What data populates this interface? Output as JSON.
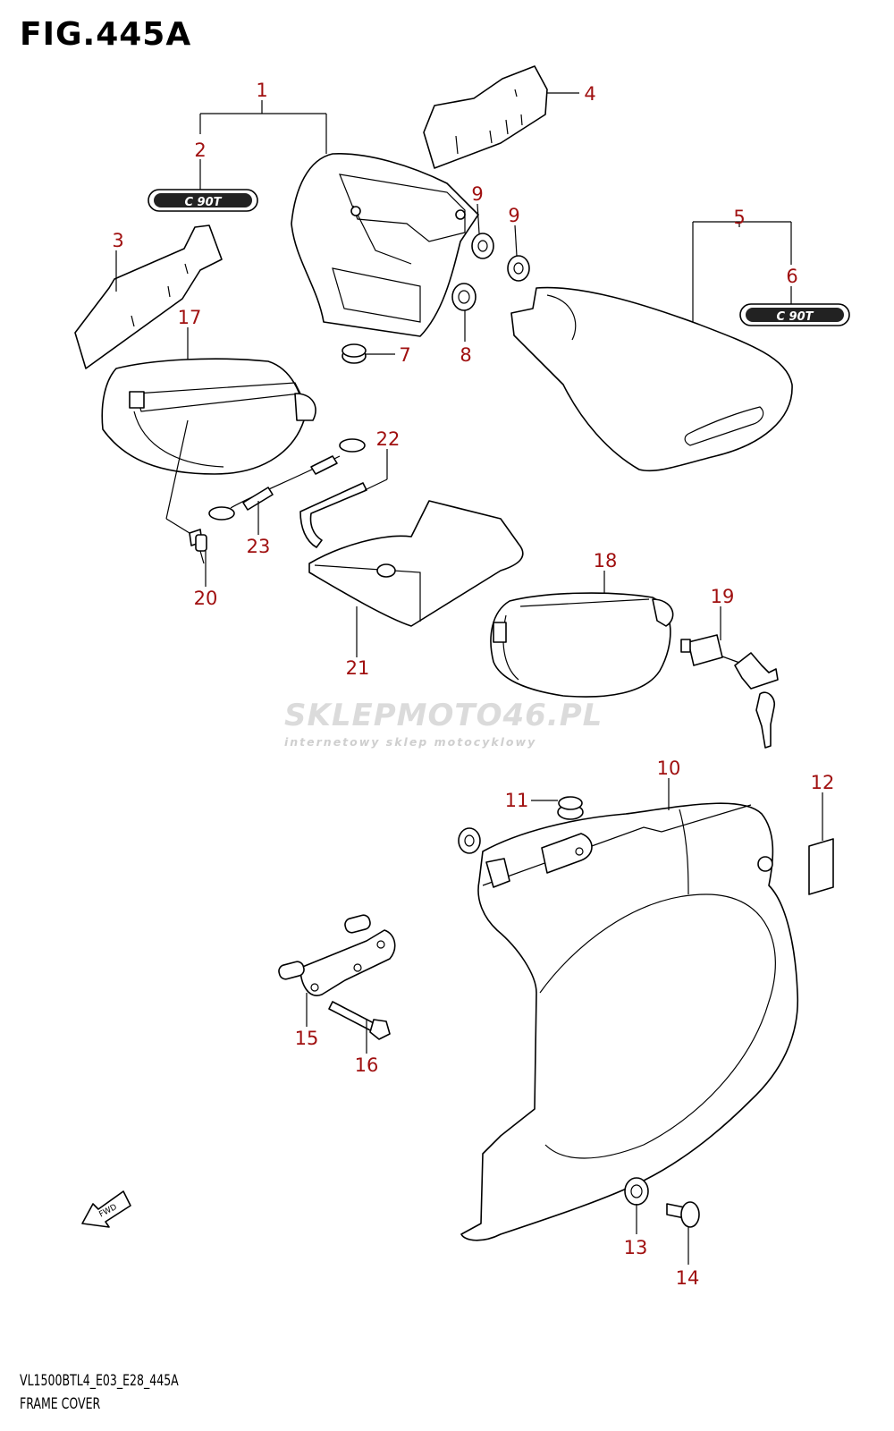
{
  "header": {
    "title": "FIG.445A"
  },
  "footer": {
    "model_code": "VL1500BTL4_E03_E28_445A",
    "caption": "FRAME COVER"
  },
  "watermark": {
    "brand": "SKLEPMOTO46.PL",
    "tagline": "internetowy sklep motocyklowy"
  },
  "emblem_text": "C 90T",
  "fwd_label": "FWD",
  "callouts": [
    "1",
    "2",
    "3",
    "4",
    "5",
    "6",
    "7",
    "8",
    "9",
    "9",
    "10",
    "11",
    "12",
    "13",
    "14",
    "15",
    "16",
    "17",
    "18",
    "19",
    "20",
    "21",
    "22",
    "23"
  ],
  "colors": {
    "callout": "#a01010",
    "line": "#000000"
  }
}
